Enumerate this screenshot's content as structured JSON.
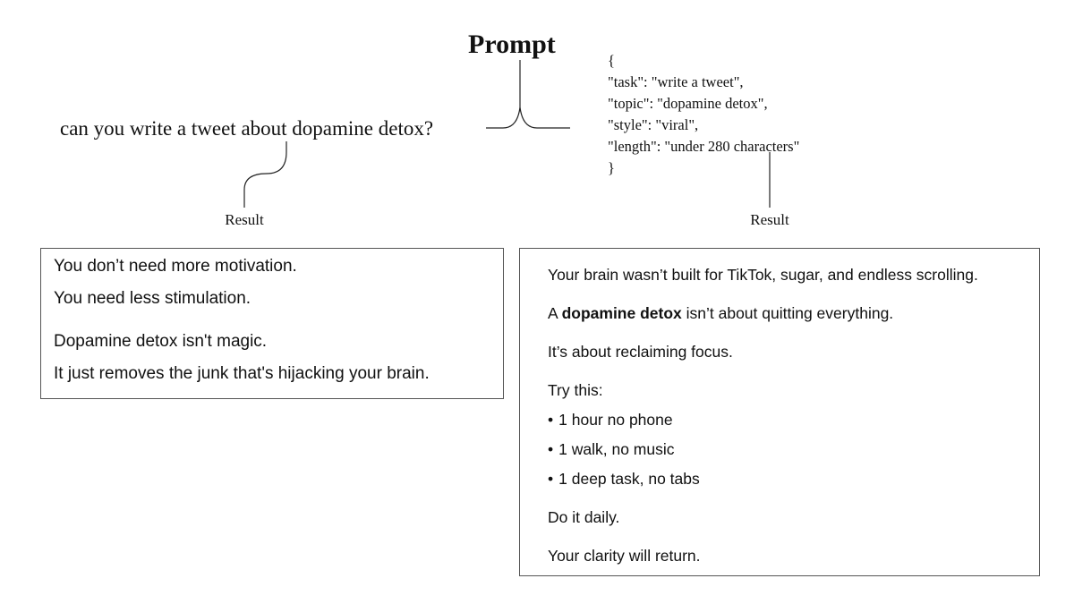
{
  "heading": "Prompt",
  "plain_prompt": "can you write a tweet about dopamine detox?",
  "json_prompt_lines": [
    "{",
    "\"task\": \"write a tweet\",",
    "\"topic\": \"dopamine detox\",",
    "\"style\": \"viral\",",
    "\"length\": \"under 280 characters\"",
    "}"
  ],
  "result_left_label": "Result",
  "result_right_label": "Result",
  "result_left": {
    "lines": [
      "You don’t need more motivation.",
      "You need less stimulation.",
      "Dopamine detox isn't magic.",
      "It just removes the junk that's hijacking your brain."
    ]
  },
  "result_right": {
    "line1": "Your brain wasn’t built for TikTok, sugar, and endless scrolling.",
    "line2_prefix": "A ",
    "line2_bold": "dopamine detox",
    "line2_suffix": " isn’t about quitting everything.",
    "line3": "It’s about reclaiming focus.",
    "line4": "Try this:",
    "bullets": [
      "1 hour no phone",
      "1 walk, no music",
      "1 deep task, no tabs"
    ],
    "line5": "Do it daily.",
    "line6": "Your clarity will return."
  }
}
